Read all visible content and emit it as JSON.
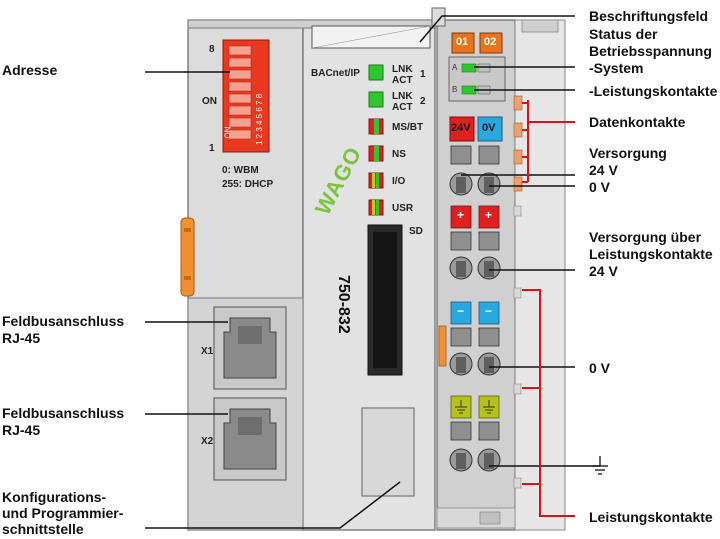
{
  "left_labels": {
    "adresse": "Adresse",
    "feldbus1_l1": "Feldbusanschluss",
    "feldbus1_l2": "RJ-45",
    "feldbus2_l1": "Feldbusanschluss",
    "feldbus2_l2": "RJ-45",
    "konfig_l1": "Konfigurations-",
    "konfig_l2": "und Programmier-",
    "konfig_l3": "schnittstelle"
  },
  "right_labels": {
    "beschriftungsfeld": "Beschriftungsfeld",
    "status_l1": "Status der",
    "status_l2": "Betriebsspannung",
    "status_l3": "-System",
    "status_l4": "-Leistungskontakte",
    "datenkontakte": "Datenkontakte",
    "versorgung_l1": "Versorgung",
    "versorgung_l2": "24 V",
    "versorgung_l3": "0 V",
    "versorgung_pk_l1": "Versorgung über",
    "versorgung_pk_l2": "Leistungskontakte",
    "versorgung_pk_l3": "24 V",
    "zero_v": "0 V",
    "leistungskontakte": "Leistungskontakte"
  },
  "controller": {
    "dip_top": "8",
    "dip_on": "ON",
    "dip_bottom": "1",
    "dip_numbers": [
      "1",
      "2",
      "3",
      "4",
      "5",
      "6",
      "7",
      "8"
    ],
    "dip_on_small": "ON",
    "mode_l1": "0: WBM",
    "mode_l2": "255: DHCP",
    "protocol": "BACnet/IP",
    "brand": "WAGO",
    "model": "750-832",
    "port1": "X1",
    "port2": "X2",
    "sd": "SD",
    "leds": [
      {
        "label_l1": "LNK",
        "label_l2": "ACT",
        "num": "1"
      },
      {
        "label_l1": "LNK",
        "label_l2": "ACT",
        "num": "2"
      },
      {
        "label_l1": "MS/BT",
        "label_l2": "",
        "num": ""
      },
      {
        "label_l1": "NS",
        "label_l2": "",
        "num": ""
      },
      {
        "label_l1": "I/O",
        "label_l2": "",
        "num": ""
      },
      {
        "label_l1": "USR",
        "label_l2": "",
        "num": ""
      }
    ]
  },
  "power_module": {
    "slot1": "01",
    "slot2": "02",
    "status_a": "A",
    "status_b": "B",
    "v24": "24V",
    "v0": "0V",
    "plus": "+",
    "minus": "−"
  },
  "colors": {
    "housing": "#dcdcdc",
    "orange": "#e8731c",
    "red": "#e02020",
    "blue": "#29a8e0",
    "green_led": "#2ec82e",
    "yellow_green": "#b5c21c",
    "leader_red": "#d11",
    "wago_green": "#7ec242"
  }
}
